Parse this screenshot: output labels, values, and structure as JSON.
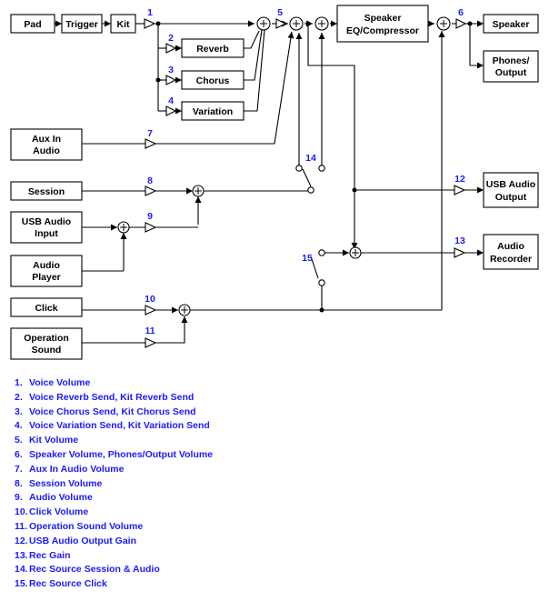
{
  "blocks": {
    "pad": "Pad",
    "trigger": "Trigger",
    "kit": "Kit",
    "reverb": "Reverb",
    "chorus": "Chorus",
    "variation": "Variation",
    "speaker_eq_1": "Speaker",
    "speaker_eq_2": "EQ/Compressor",
    "speaker_out": "Speaker",
    "phones_1": "Phones/",
    "phones_2": "Output",
    "aux_1": "Aux In",
    "aux_2": "Audio",
    "session": "Session",
    "usb_in_1": "USB Audio",
    "usb_in_2": "Input",
    "player_1": "Audio",
    "player_2": "Player",
    "click": "Click",
    "op_1": "Operation",
    "op_2": "Sound",
    "usb_out_1": "USB Audio",
    "usb_out_2": "Output",
    "rec_1": "Audio",
    "rec_2": "Recorder"
  },
  "markers": {
    "m1": "1",
    "m2": "2",
    "m3": "3",
    "m4": "4",
    "m5": "5",
    "m6": "6",
    "m7": "7",
    "m8": "8",
    "m9": "9",
    "m10": "10",
    "m11": "11",
    "m12": "12",
    "m13": "13",
    "m14": "14",
    "m15": "15"
  },
  "legend": [
    {
      "num": "1.",
      "text": "Voice Volume"
    },
    {
      "num": "2.",
      "text": "Voice Reverb Send, Kit Reverb Send"
    },
    {
      "num": "3.",
      "text": "Voice Chorus Send, Kit Chorus Send"
    },
    {
      "num": "4.",
      "text": "Voice Variation Send, Kit Variation Send"
    },
    {
      "num": "5.",
      "text": "Kit Volume"
    },
    {
      "num": "6.",
      "text": "Speaker Volume, Phones/Output Volume"
    },
    {
      "num": "7.",
      "text": "Aux In Audio Volume"
    },
    {
      "num": "8.",
      "text": "Session Volume"
    },
    {
      "num": "9.",
      "text": "Audio Volume"
    },
    {
      "num": "10.",
      "text": "Click Volume"
    },
    {
      "num": "11.",
      "text": "Operation Sound Volume"
    },
    {
      "num": "12.",
      "text": "USB Audio Output Gain"
    },
    {
      "num": "13.",
      "text": "Rec Gain"
    },
    {
      "num": "14.",
      "text": "Rec Source Session & Audio"
    },
    {
      "num": "15.",
      "text": "Rec Source Click"
    }
  ],
  "colors": {
    "marker": "#1a1aff",
    "line": "#000000"
  }
}
